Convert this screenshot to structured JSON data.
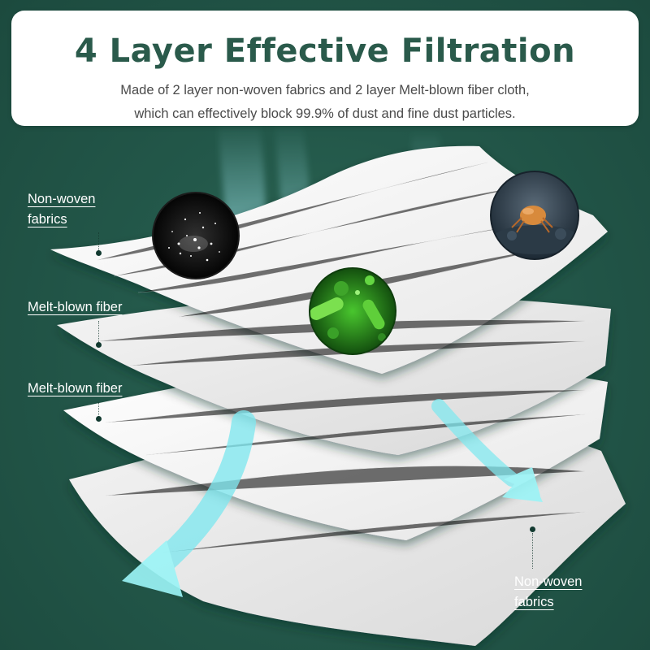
{
  "header": {
    "title": "4 Layer Effective Filtration",
    "subtitle_line1": "Made of 2 layer non-woven fabrics and 2 layer Melt-blown fiber cloth,",
    "subtitle_line2": "which can effectively block 99.9% of dust and fine dust particles."
  },
  "layers": [
    {
      "label_line1": "Non-woven",
      "label_line2": "fabrics"
    },
    {
      "label": "Melt-blown fiber"
    },
    {
      "label": "Melt-blown fiber"
    },
    {
      "label_line1": "Non-woven",
      "label_line2": "fabrics"
    }
  ],
  "colors": {
    "background": "#235748",
    "title": "#2a5a4b",
    "arrow": "#8ff0f0",
    "fabric": "#f2f2f2"
  },
  "icons": [
    "dust-particles-icon",
    "bacteria-virus-icon",
    "dust-mite-icon",
    "airflow-arrow-icon"
  ]
}
